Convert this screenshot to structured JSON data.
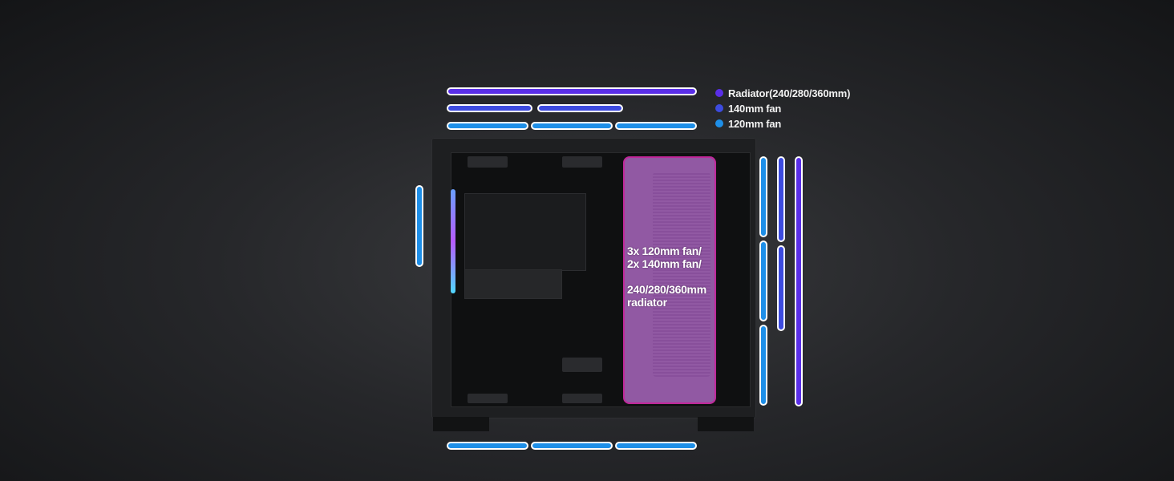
{
  "legend": {
    "items": [
      {
        "label": "Radiator(240/280/360mm)",
        "color": "#5a2ee8"
      },
      {
        "label": "140mm fan",
        "color": "#3d4be0"
      },
      {
        "label": "120mm fan",
        "color": "#1e8fe8"
      }
    ]
  },
  "panel": {
    "line1": "3x 120mm fan/",
    "line2": "2x 140mm fan/",
    "line3": "240/280/360mm",
    "line4": "radiator"
  },
  "colors": {
    "radiator": "#5a2ee8",
    "fan140": "#3d4be0",
    "fan120": "#1e8fe8",
    "highlight": "#c0289a"
  }
}
